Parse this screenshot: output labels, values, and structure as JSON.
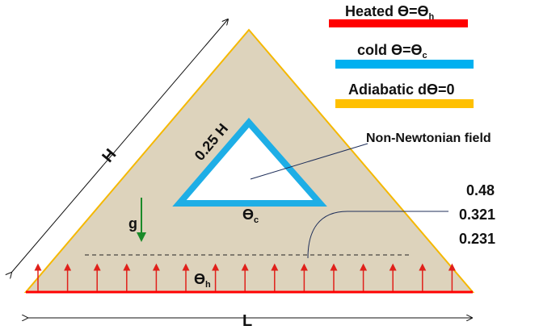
{
  "legend": [
    {
      "label": "Heated ϴ=ϴ",
      "sub": "h",
      "color": "#ff0000"
    },
    {
      "label": "cold ϴ=ϴ",
      "sub": "c",
      "color": "#00b0f0"
    },
    {
      "label": "Adiabatic dϴ=0",
      "sub": "",
      "color": "#ffc000"
    }
  ],
  "labels": {
    "height": "H",
    "length": "L",
    "inner_size": "0.25 H",
    "gravity": "g",
    "cold_theta": "ϴ",
    "cold_sub": "c",
    "hot_theta": "ϴ",
    "hot_sub": "h",
    "field": "Non-Newtonian field"
  },
  "values": [
    "0.48",
    "0.321",
    "0.231"
  ],
  "colors": {
    "fill": "#ddd3bc",
    "heated": "#ff0000",
    "cold": "#1eaee6",
    "adiabatic": "#f5b800",
    "gravity": "#1a8a2a"
  }
}
